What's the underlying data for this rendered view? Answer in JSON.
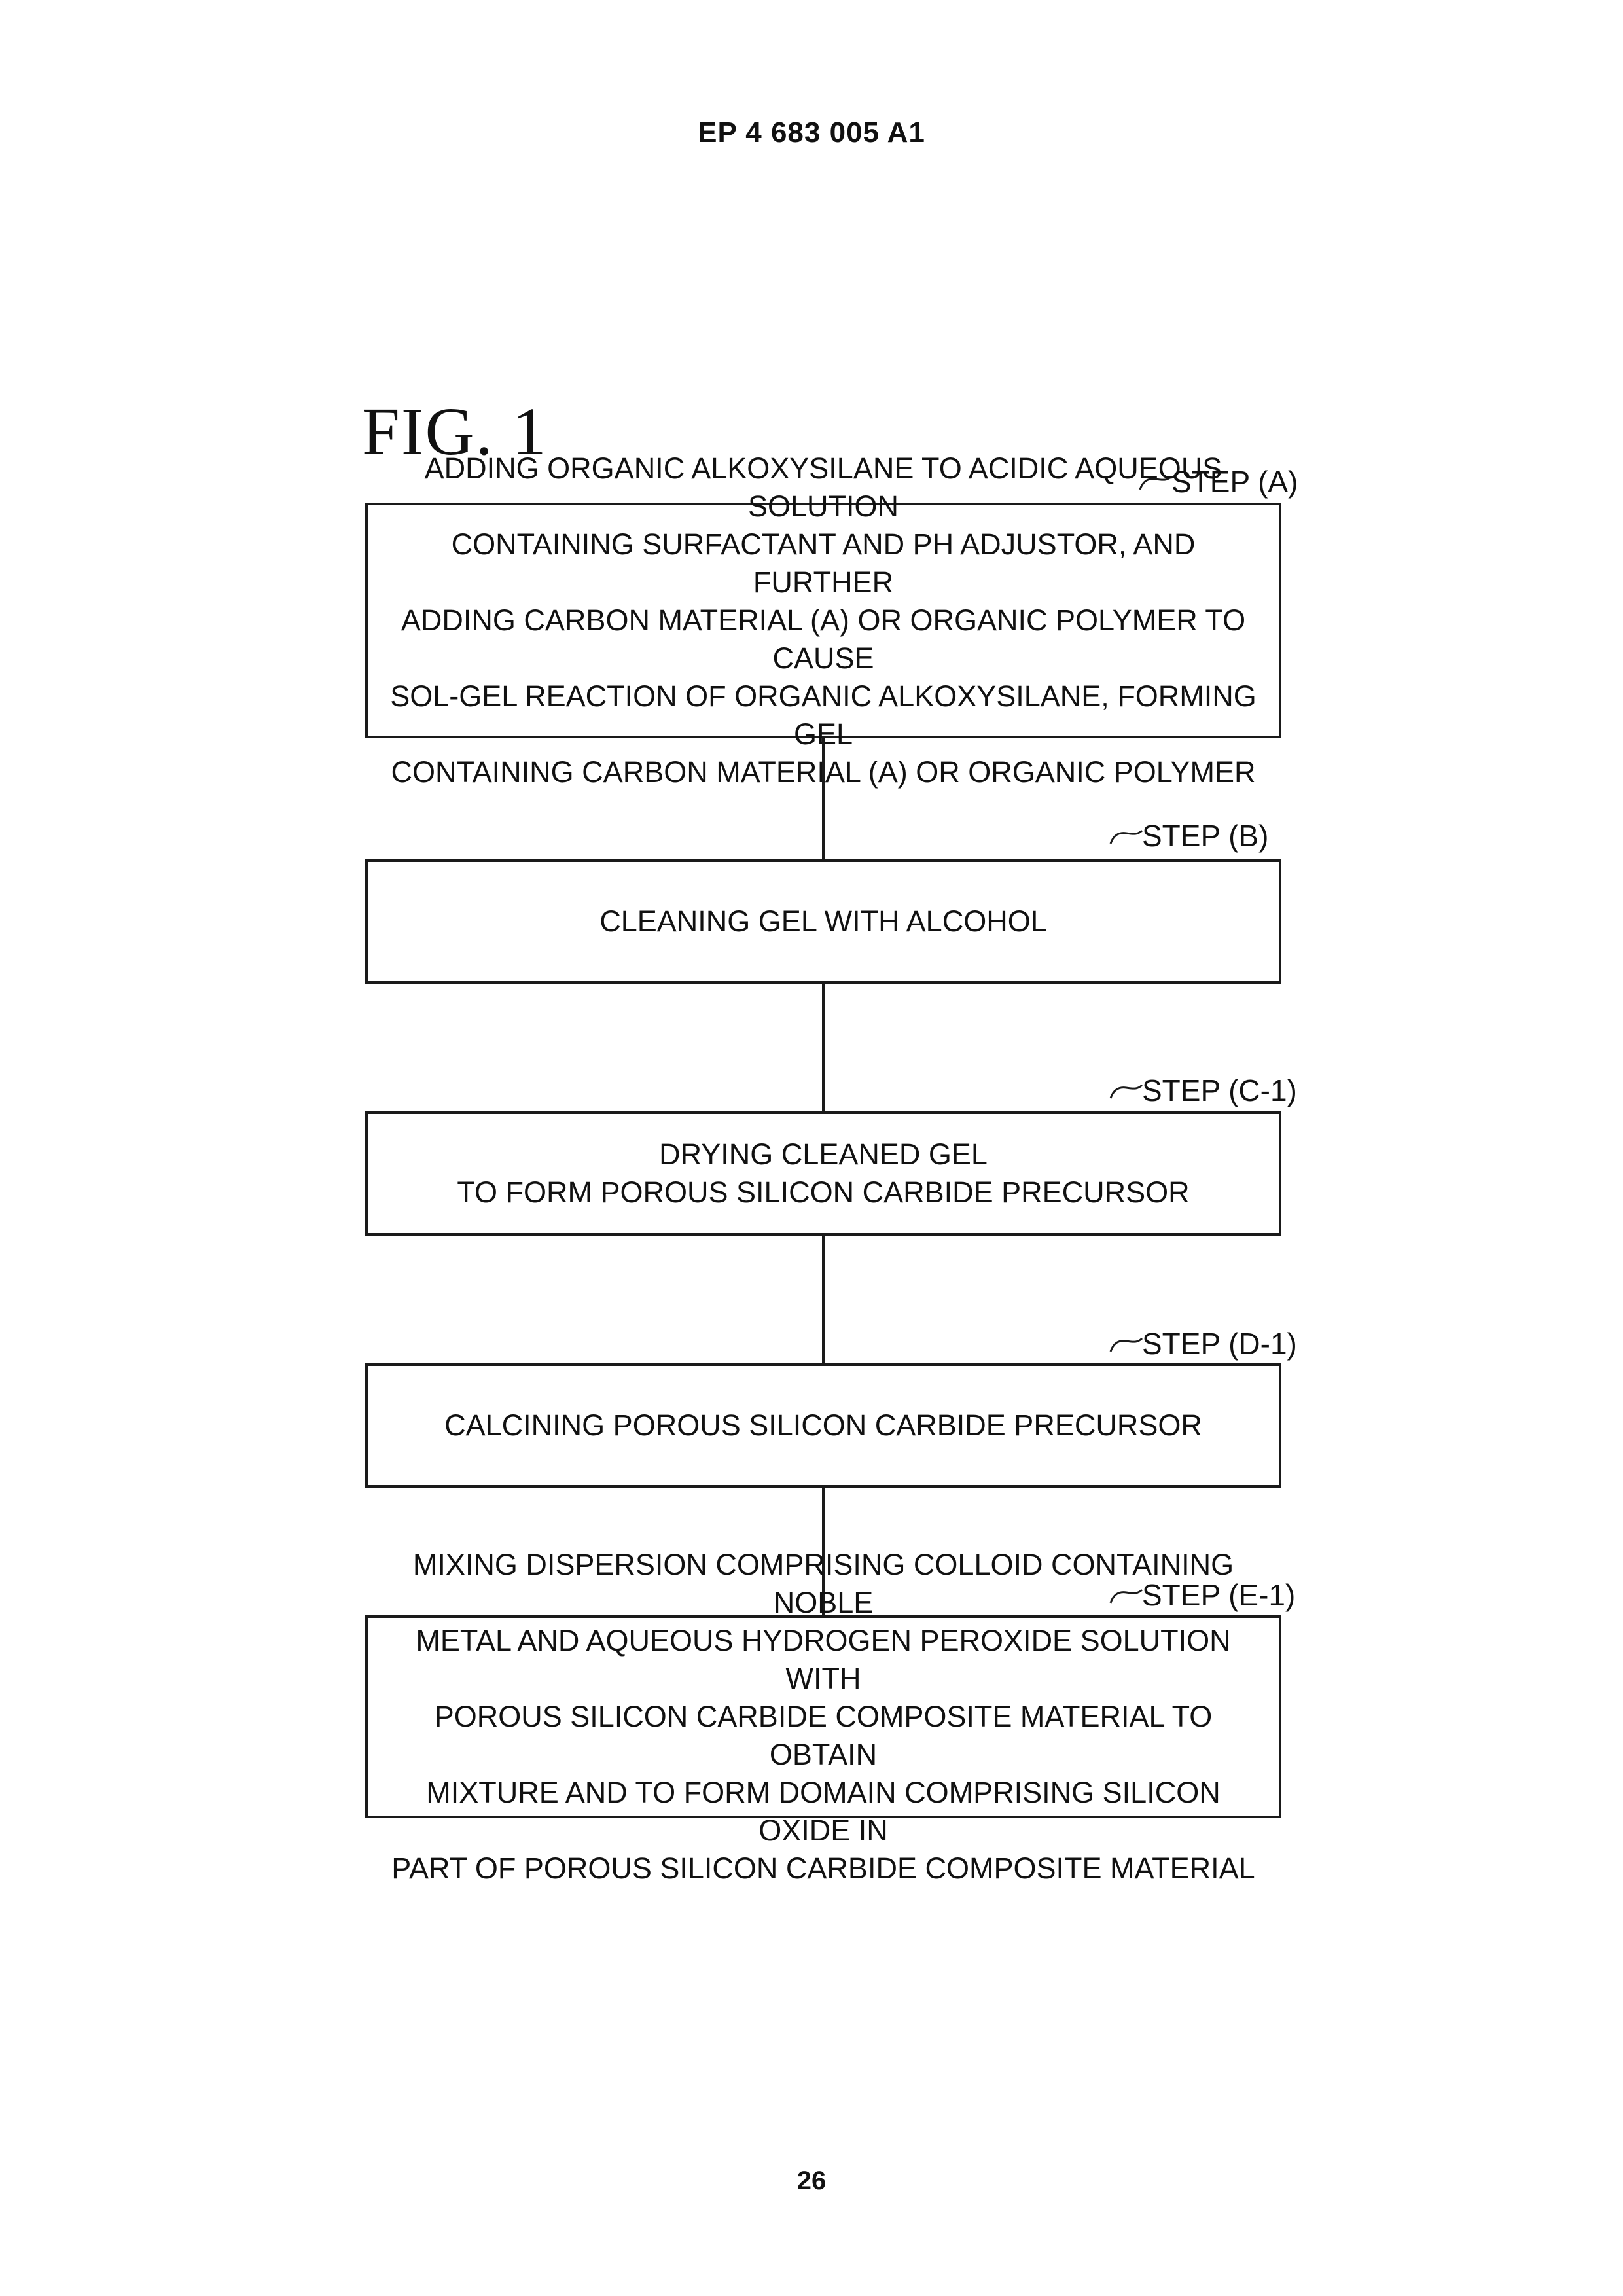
{
  "header": {
    "publication_number": "EP 4 683 005 A1"
  },
  "figure": {
    "title": "FIG.  1"
  },
  "steps": [
    {
      "label": "STEP (A)",
      "text": "ADDING ORGANIC ALKOXYSILANE TO ACIDIC AQUEOUS SOLUTION\nCONTAINING SURFACTANT AND PH ADJUSTOR, AND FURTHER\nADDING CARBON MATERIAL (A) OR ORGANIC POLYMER TO CAUSE\nSOL-GEL REACTION OF ORGANIC ALKOXYSILANE, FORMING GEL\nCONTAINING CARBON MATERIAL (A) OR ORGANIC POLYMER"
    },
    {
      "label": "STEP (B)",
      "text": "CLEANING GEL WITH ALCOHOL"
    },
    {
      "label": "STEP (C-1)",
      "text": "DRYING CLEANED GEL\nTO FORM POROUS SILICON CARBIDE PRECURSOR"
    },
    {
      "label": "STEP (D-1)",
      "text": "CALCINING POROUS SILICON CARBIDE PRECURSOR"
    },
    {
      "label": "STEP (E-1)",
      "text": "MIXING DISPERSION COMPRISING COLLOID CONTAINING NOBLE\nMETAL AND AQUEOUS HYDROGEN PEROXIDE SOLUTION WITH\nPOROUS SILICON CARBIDE COMPOSITE MATERIAL TO OBTAIN\nMIXTURE AND TO FORM DOMAIN COMPRISING SILICON OXIDE IN\nPART OF POROUS SILICON CARBIDE COMPOSITE MATERIAL"
    }
  ],
  "footer": {
    "page_number": "26"
  }
}
